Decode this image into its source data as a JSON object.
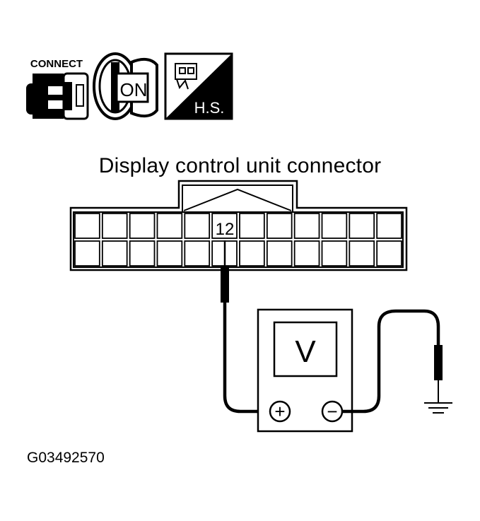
{
  "icons": {
    "connect_label": "CONNECT",
    "ignition_label": "ON",
    "harness_label": "H.S.",
    "connect_icon": "connector-connect-icon",
    "ignition_icon": "ignition-key-on-icon",
    "harness_icon": "harness-side-icon"
  },
  "connector": {
    "title": "Display control unit connector",
    "terminal_label": "12",
    "columns": 12,
    "rows": 2,
    "terminal_column": 6
  },
  "meter": {
    "display": "V",
    "plus_symbol": "+",
    "minus_symbol": "−",
    "ground_icon": "ground-icon"
  },
  "figure_code": "G03492570",
  "colors": {
    "ink": "#000000",
    "paper": "#ffffff"
  }
}
